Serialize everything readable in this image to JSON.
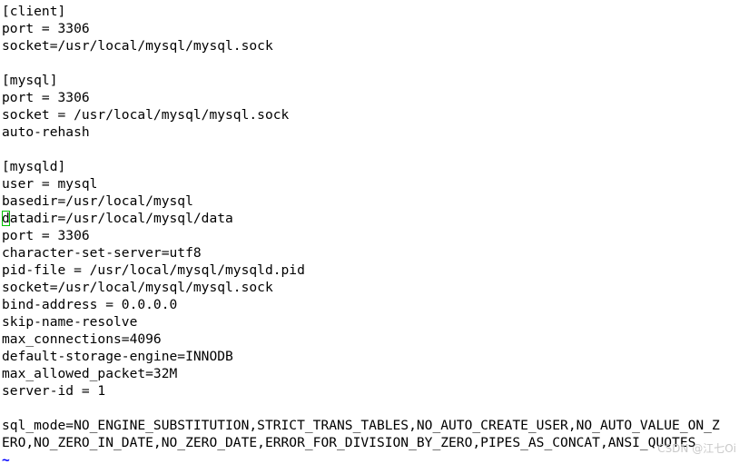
{
  "editor": {
    "lines": [
      "[client]",
      "port = 3306",
      "socket=/usr/local/mysql/mysql.sock",
      "",
      "[mysql]",
      "port = 3306",
      "socket = /usr/local/mysql/mysql.sock",
      "auto-rehash",
      "",
      "[mysqld]",
      "user = mysql",
      "basedir=/usr/local/mysql",
      "atadir=/usr/local/mysql/data",
      "port = 3306",
      "character-set-server=utf8",
      "pid-file = /usr/local/mysql/mysqld.pid",
      "socket=/usr/local/mysql/mysql.sock",
      "bind-address = 0.0.0.0",
      "skip-name-resolve",
      "max_connections=4096",
      "default-storage-engine=INNODB",
      "max_allowed_packet=32M",
      "server-id = 1",
      "",
      "sql_mode=NO_ENGINE_SUBSTITUTION,STRICT_TRANS_TABLES,NO_AUTO_CREATE_USER,NO_AUTO_VALUE_ON_Z",
      "ERO,NO_ZERO_IN_DATE,NO_ZERO_DATE,ERROR_FOR_DIVISION_BY_ZERO,PIPES_AS_CONCAT,ANSI_QUOTES"
    ],
    "cursor_char": "d",
    "tilde": "~"
  },
  "watermark": "CSDN @江七Oi",
  "colors": {
    "text": "#000000",
    "cursor_outline": "#00c000",
    "tilde": "#0000ff"
  }
}
